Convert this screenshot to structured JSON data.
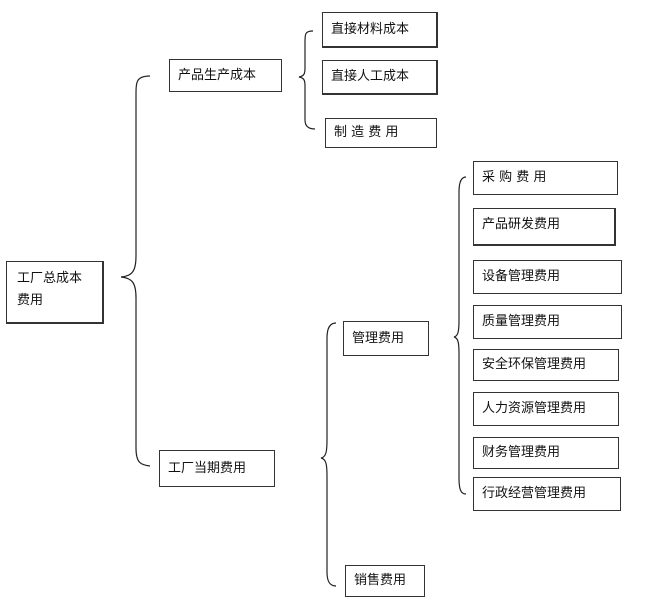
{
  "diagram": {
    "root": "工厂总成本费用",
    "level1": {
      "product_cost": "产品生产成本",
      "period_expense": "工厂当期费用"
    },
    "product_cost_items": [
      "直接材料成本",
      "直接人工成本",
      "制 造 费 用"
    ],
    "period_expense_items": {
      "management": "管理费用",
      "sales": "销售费用"
    },
    "management_items": [
      "采 购 费 用",
      "产品研发费用",
      "设备管理费用",
      "质量管理费用",
      "安全环保管理费用",
      "人力资源管理费用",
      "财务管理费用",
      "行政经营管理费用"
    ]
  }
}
